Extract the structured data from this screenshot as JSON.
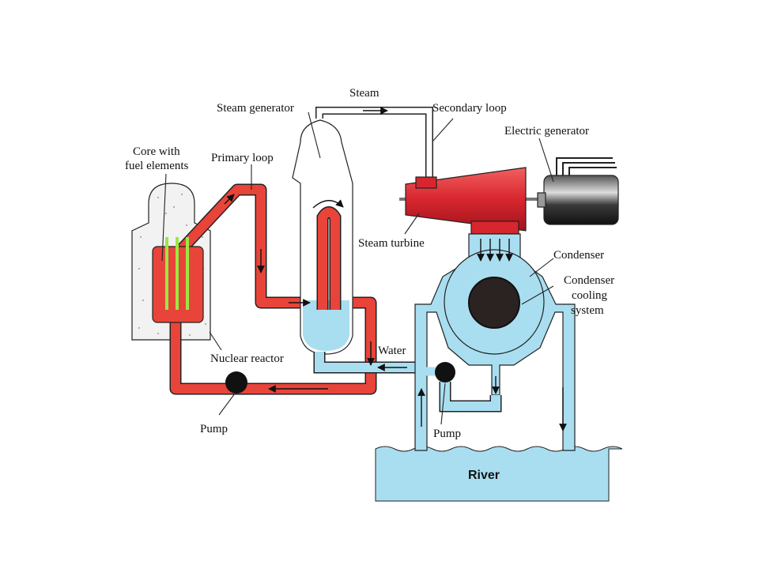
{
  "labels": {
    "core": [
      "Core with",
      "fuel elements"
    ],
    "primary_loop": "Primary loop",
    "steam_generator": "Steam generator",
    "steam": "Steam",
    "secondary_loop": "Secondary loop",
    "electric_generator": "Electric generator",
    "steam_turbine": "Steam turbine",
    "condenser": "Condenser",
    "condenser_cooling": [
      "Condenser",
      "cooling",
      "system"
    ],
    "water": "Water",
    "nuclear_reactor": "Nuclear reactor",
    "pump_primary": "Pump",
    "pump_secondary": "Pump",
    "river": "River"
  },
  "colors": {
    "primary_loop": "#e8443a",
    "water": "#a9def0",
    "turbine": "#d8262e",
    "concrete": "#f2f2f2",
    "generator_body": "#2a2a2a",
    "pump": "#111111",
    "fuel_rods": "#9be843"
  },
  "icons": {
    "pump": "black-circle",
    "generator": "electric-motor",
    "turbine": "cone"
  }
}
